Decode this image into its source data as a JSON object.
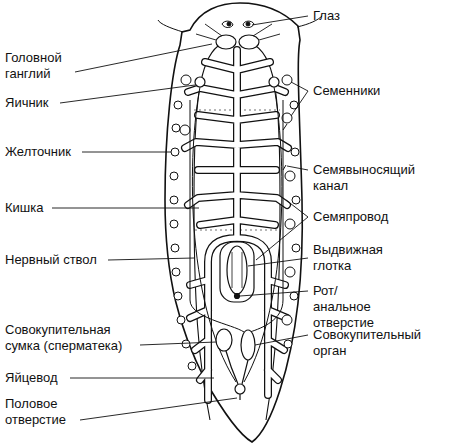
{
  "diagram": {
    "labels": [
      "Глаз",
      "Головной ганглий",
      "Яичник",
      "Семенники",
      "Желточник",
      "Семявыносящий канал",
      "Кишка",
      "Семяпровод",
      "Нервный ствол",
      "Выдвижная глотка",
      "Рот/анальное отверстие",
      "Совокупительная сумка (сперматека)",
      "Совокупительный орган",
      "Яйцевод",
      "Половое отверстие"
    ]
  }
}
